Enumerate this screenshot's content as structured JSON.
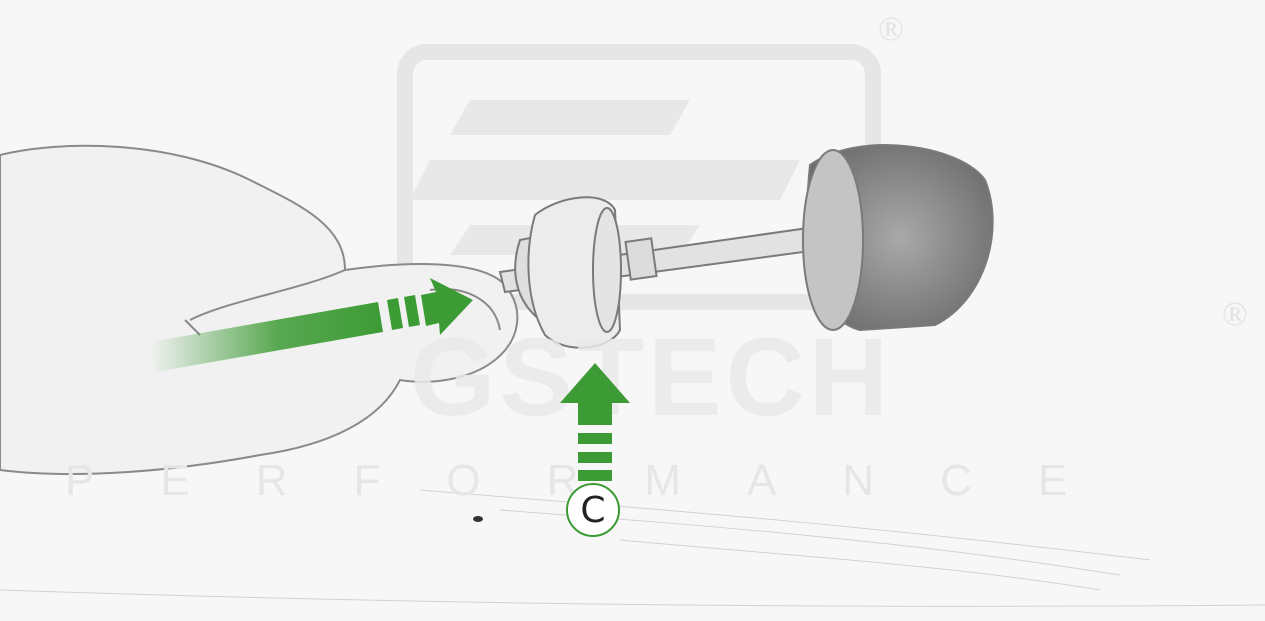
{
  "watermark": {
    "brand": "GSTECH",
    "tagline": "PERFORMANCE",
    "registered_mark": "®"
  },
  "callout": {
    "label": "C"
  },
  "colors": {
    "arrow_green": "#3d9b35",
    "watermark_gray": "#e6e6e6",
    "sketch_line": "#7a7a7a",
    "background": "#f7f7f7"
  },
  "illustration": {
    "description_icons": [
      "hand-icon",
      "frame-slider-icon",
      "arrow-right-icon",
      "arrow-up-icon"
    ]
  }
}
